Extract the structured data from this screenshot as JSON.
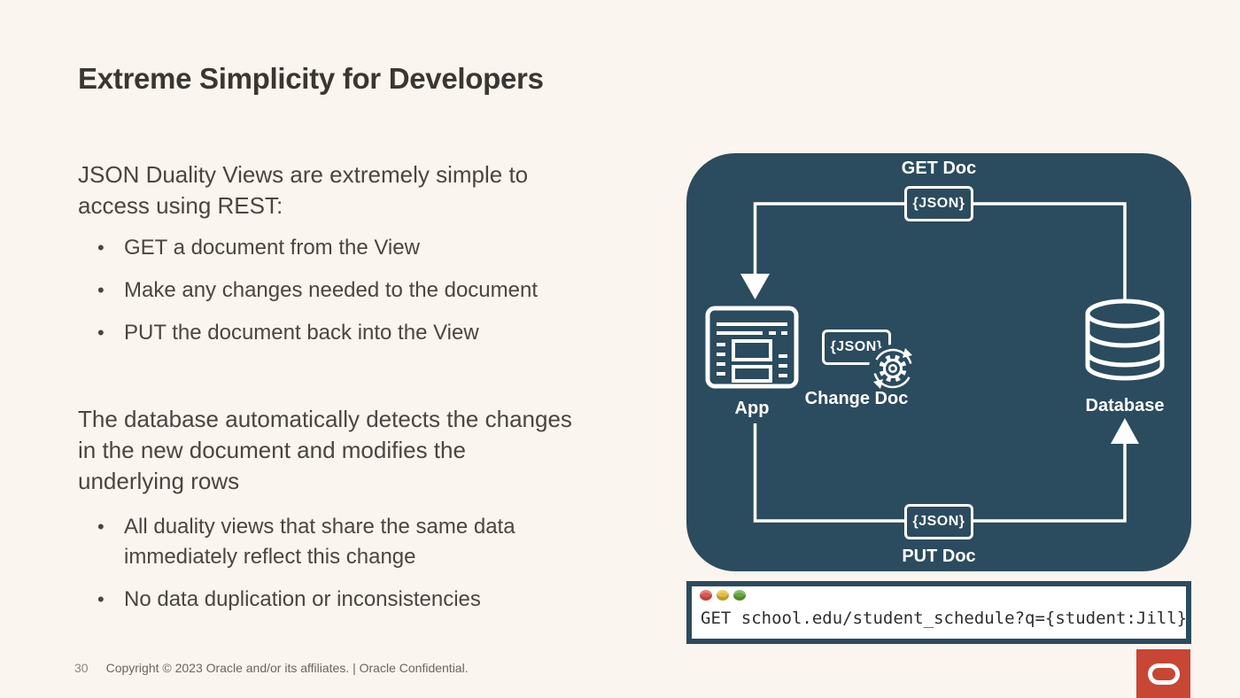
{
  "slide": {
    "title": "Extreme Simplicity for Developers",
    "intro": "JSON Duality Views are extremely simple to\naccess using REST:",
    "bullets_rest": [
      "GET a document from the View",
      "Make any changes needed to the document",
      "PUT the document back into the View"
    ],
    "para_auto": "The database automatically detects the changes\nin the new document and modifies the\nunderlying rows",
    "bullets_auto": [
      "All duality views that share the same data\nimmediately reflect this change",
      "No data duplication or inconsistencies"
    ]
  },
  "diagram": {
    "get_doc_label": "GET Doc",
    "put_doc_label": "PUT Doc",
    "change_doc_label": "Change Doc",
    "app_label": "App",
    "database_label": "Database",
    "json_tag": "{JSON}",
    "icons": [
      "app-window-icon",
      "database-cylinder-icon",
      "gear-sync-icon",
      "down-arrow-icon",
      "up-arrow-icon"
    ]
  },
  "terminal": {
    "command": "GET school.edu/student_schedule?q={student:Jill}",
    "traffic_light_icons": [
      "red-dot-icon",
      "yellow-dot-icon",
      "green-dot-icon"
    ]
  },
  "footer": {
    "page_number": "30",
    "copyright": "Copyright © 2023 Oracle and/or its affiliates. | Oracle Confidential."
  },
  "colors": {
    "background": "#FAF5EE",
    "panel": "#2B4B5E",
    "oracle-red": "#C74634",
    "title-text": "#3A3632",
    "body-text": "#4B4541",
    "terminal-text": "#2E2E2E",
    "dot-red": "#DD5850",
    "dot-yellow": "#E6BE3A",
    "dot-green": "#67A83F"
  }
}
